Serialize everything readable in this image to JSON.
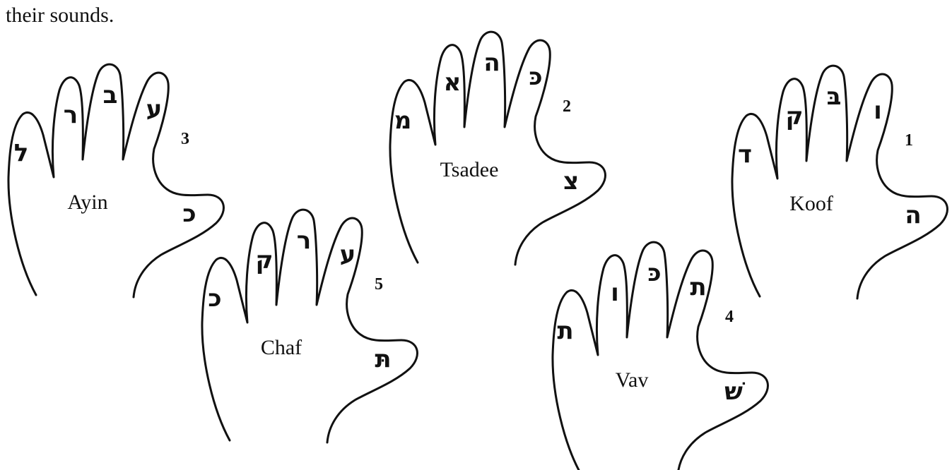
{
  "intro_text": "their sounds.",
  "hands": [
    {
      "name": "Ayin",
      "number": "3",
      "letters": [
        "ל",
        "ר",
        "ב",
        "ע",
        "כ"
      ]
    },
    {
      "name": "Chaf",
      "number": "5",
      "letters": [
        "כ",
        "ק",
        "ר",
        "ע",
        "תּ"
      ]
    },
    {
      "name": "Tsadee",
      "number": "2",
      "letters": [
        "מ",
        "א",
        "ה",
        "כּ",
        "צ"
      ]
    },
    {
      "name": "Vav",
      "number": "4",
      "letters": [
        "ת",
        "ו",
        "כּ",
        "ת",
        "שׁ"
      ]
    },
    {
      "name": "Koof",
      "number": "1",
      "letters": [
        "ד",
        "ק",
        "בּ",
        "ו",
        "ה"
      ]
    }
  ]
}
